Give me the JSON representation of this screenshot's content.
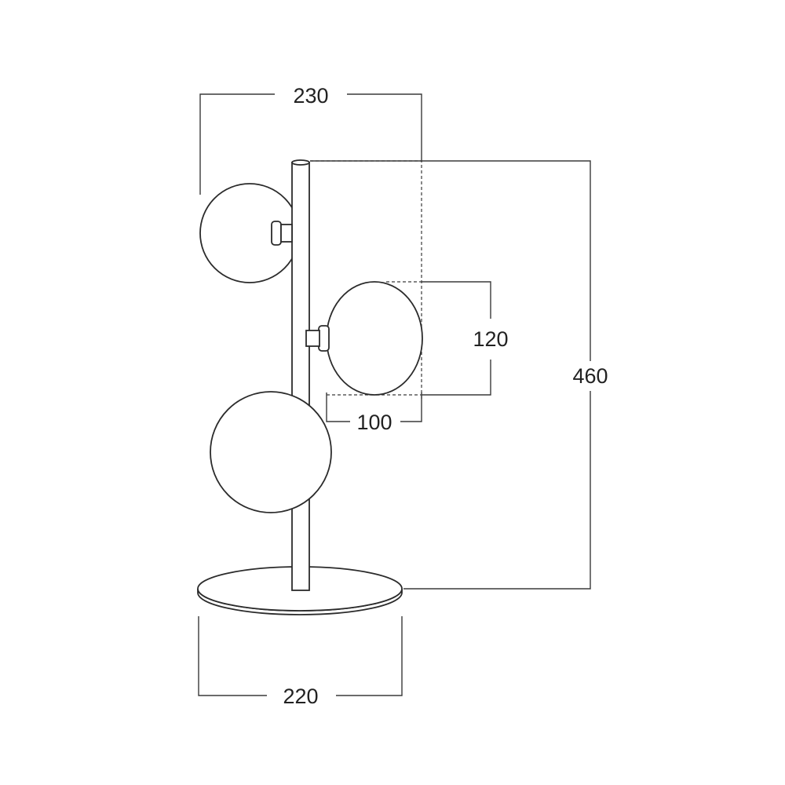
{
  "dimensions": {
    "overall_width": "230",
    "globe_height": "120",
    "total_height": "460",
    "globe_width": "100",
    "base_diameter": "220"
  }
}
